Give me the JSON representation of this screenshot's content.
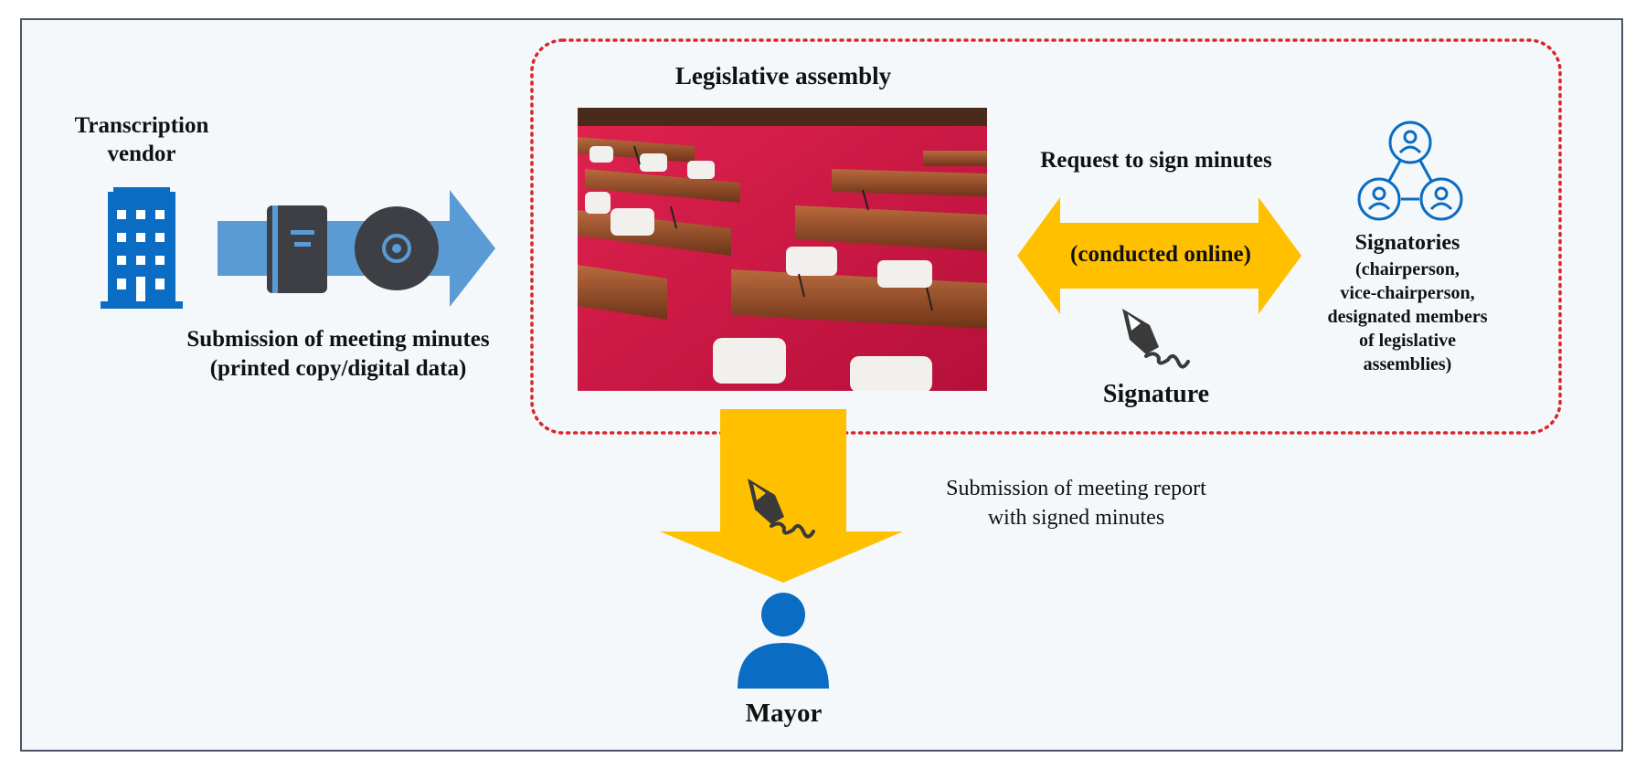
{
  "labels": {
    "assembly": "Legislative assembly",
    "vendor_line1": "Transcription",
    "vendor_line2": "vendor",
    "submission_line1": "Submission of meeting minutes",
    "submission_line2": "(printed copy/digital data)",
    "request": "Request to sign minutes",
    "online": "(conducted online)",
    "signature": "Signature",
    "signatories_title": "Signatories",
    "signatories_line1": "(chairperson,",
    "signatories_line2": "vice-chairperson,",
    "signatories_line3": "designated members",
    "signatories_line4": "of legislative",
    "signatories_line5": "assemblies)",
    "report_line1": "Submission of meeting report",
    "report_line2": "with signed minutes",
    "mayor": "Mayor"
  },
  "icons": {
    "vendor": "office-building-icon",
    "minutes": "binder-icon",
    "disc": "cd-disc-icon",
    "signature": "fountain-pen-signature-icon",
    "signatories": "network-people-icon",
    "mayor": "person-icon",
    "photo": "assembly-hall-photo"
  },
  "colors": {
    "blue": "#0a6cc2",
    "light_blue": "#5b9bd5",
    "gold": "#ffc000",
    "red_dotted": "#d9262c",
    "dark_gray": "#3a3a3a",
    "background": "#f4f8fa"
  }
}
